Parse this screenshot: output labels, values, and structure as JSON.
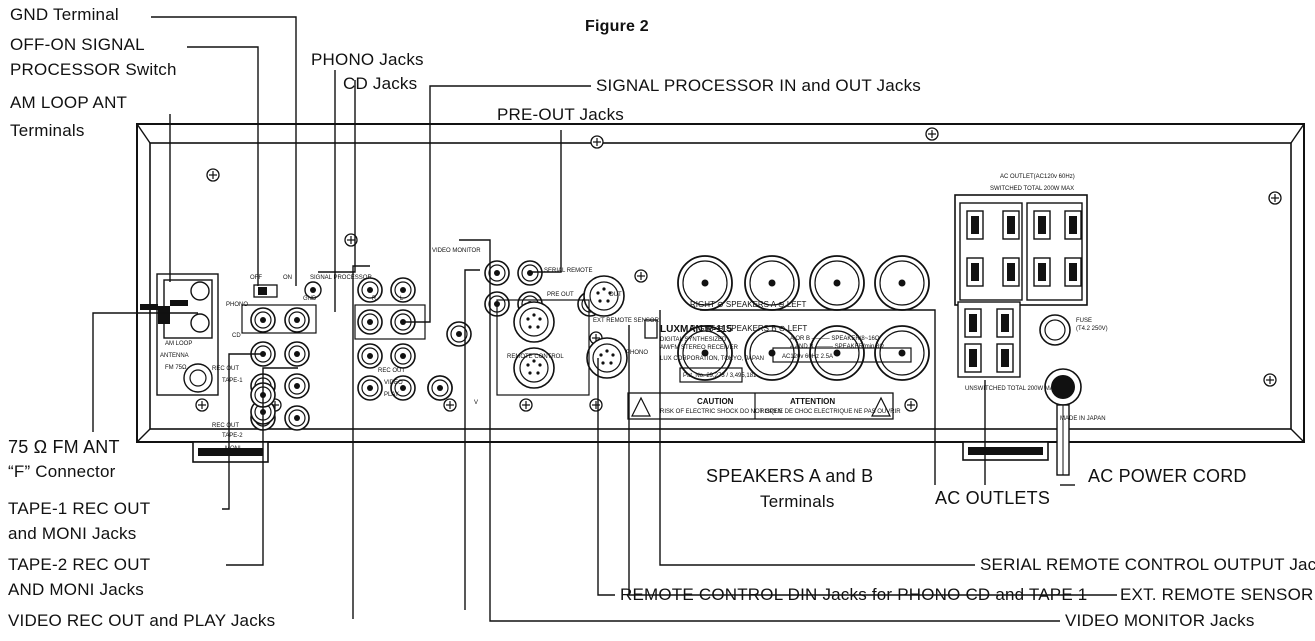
{
  "figure_title": "Figure 2",
  "labels": {
    "gnd_terminal": "GND Terminal",
    "off_on_signal": "OFF-ON SIGNAL",
    "processor_switch": "PROCESSOR Switch",
    "am_loop_ant": "AM LOOP ANT",
    "terminals_1": "Terminals",
    "phono_jacks": "PHONO Jacks",
    "cd_jacks": "CD Jacks",
    "signal_processor_in_out": "SIGNAL PROCESSOR IN and OUT Jacks",
    "pre_out_jacks": "PRE-OUT Jacks",
    "fm_ant_line1": "75 Ω FM ANT",
    "fm_ant_line2": "“F” Connector",
    "tape1_line1": "TAPE-1 REC OUT",
    "tape1_line2": "and MONI Jacks",
    "tape2_line1": "TAPE-2 REC OUT",
    "tape2_line2": "AND MONI Jacks",
    "video_rec_play": "VIDEO REC OUT and PLAY Jacks",
    "speakers_line1": "SPEAKERS A and B",
    "speakers_line2": "Terminals",
    "ac_outlets": "AC OUTLETS",
    "ac_power_cord": "AC POWER CORD",
    "serial_remote_output": "SERIAL REMOTE CONTROL OUTPUT Jack",
    "ext_remote_sensor": "EXT. REMOTE SENSOR",
    "remote_din": "REMOTE CONTROL DIN Jacks for PHONO CD and TAPE 1",
    "video_monitor_jacks": "VIDEO MONITOR Jacks"
  },
  "panel": {
    "brand": "LUXMAN R-115",
    "model_desc_1": "DIGITAL SYNTHESIZED",
    "model_desc_2": "AM/FM STEREO RECEIVER",
    "maker": "LUX CORPORATION, TOKYO, JAPAN",
    "patent": "Pat. No. 29,273 / 3,495,181",
    "rating": "AC120v   60Hz   2.5A",
    "caution_title": "CAUTION",
    "caution_text": "RISK OF ELECTRIC SHOCK DO NOT OPEN",
    "attention_title": "ATTENTION",
    "attention_text": "RISQUE DE CHOC ELECTRIQUE NE PAS OUVRIR",
    "ac_outlet_header": "AC OUTLET(AC120v 60Hz)",
    "switched_total": "SWITCHED TOTAL 200W MAX",
    "unswitched_total": "UNSWITCHED TOTAL 200W MAX",
    "fuse": "FUSE",
    "fuse_rating": "(T4.2 250V)",
    "made_in": "MADE IN JAPAN",
    "speakers_a": "RIGHT  ⊖ SPEAKERS A ⊖  LEFT",
    "speakers_b": "RIGHT  ⊖ SPEAKERS B ⊖  LEFT",
    "speaker_imp_1": "A OR B ——— SPEAKER/8~16Ω",
    "speaker_imp_2": "A AND B ——— SPEAKER/min 8Ω",
    "jack_phono": "PHONO",
    "jack_cd": "CD",
    "jack_tape1": "TAPE-1",
    "jack_tape2": "TAPE-2",
    "jack_rec_out": "REC OUT",
    "jack_moni": "MONI",
    "jack_video_monitor": "VIDEO MONITOR",
    "jack_video": "VIDEO",
    "jack_play": "PLAY",
    "serial_remote": "SERIAL REMOTE",
    "pre_out": "PRE OUT",
    "out": "OUT",
    "ext_remote_sensor": "EXT REMOTE SENSOR",
    "remote_control": "REMOTE CONTROL",
    "am_loop": "AM LOOP",
    "antenna": "ANTENNA",
    "fm_75": "FM 75Ω",
    "off": "OFF",
    "on": "ON",
    "signal_processor": "SIGNAL PROCESSOR",
    "gnd": "GND",
    "r": "R",
    "l": "L",
    "v": "V"
  }
}
